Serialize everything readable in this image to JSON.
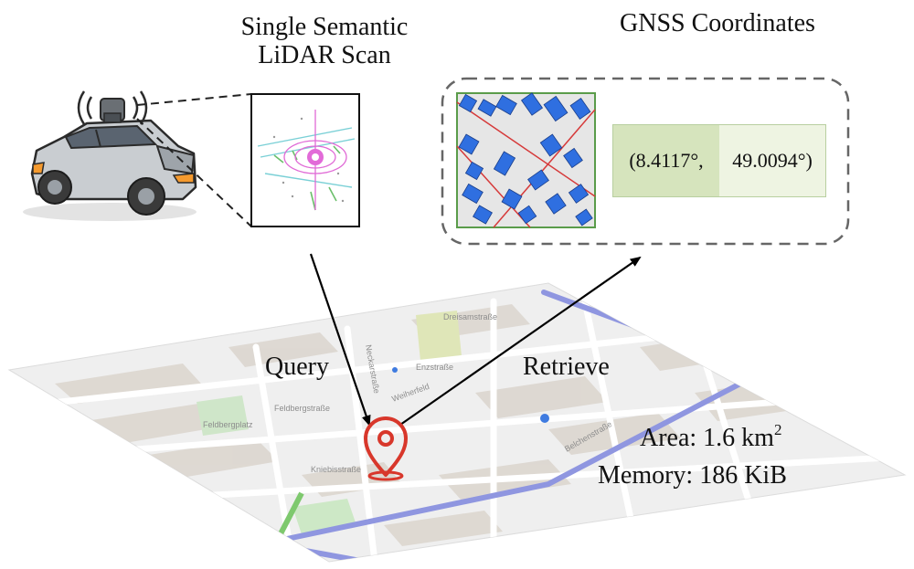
{
  "lidar_title": "Single Semantic LiDAR Scan",
  "gnss_title": "GNSS Coordinates",
  "coords": {
    "lat": "(8.4117°,",
    "lon": "49.0094°)"
  },
  "query_label": "Query",
  "retrieve_label": "Retrieve",
  "area": {
    "prefix": "Area: 1.6 km",
    "exponent": "2"
  },
  "memory": "Memory: 186 KiB",
  "map_street_labels": [
    "Dreisamstraße",
    "Enzstraße",
    "Neckarstraße",
    "Weiherfeld",
    "Feldbergstraße",
    "Feldbergplatz",
    "Kniebisstraße",
    "Belchenstraße"
  ],
  "colors": {
    "building": "#2f6fe0",
    "road_red": "#d63a3a",
    "pin": "#d8372b",
    "map_road": "#8f96e0",
    "map_bg": "#eeeeee"
  },
  "icons": [
    "car-icon",
    "lidar-sensor-icon",
    "location-pin-icon"
  ]
}
